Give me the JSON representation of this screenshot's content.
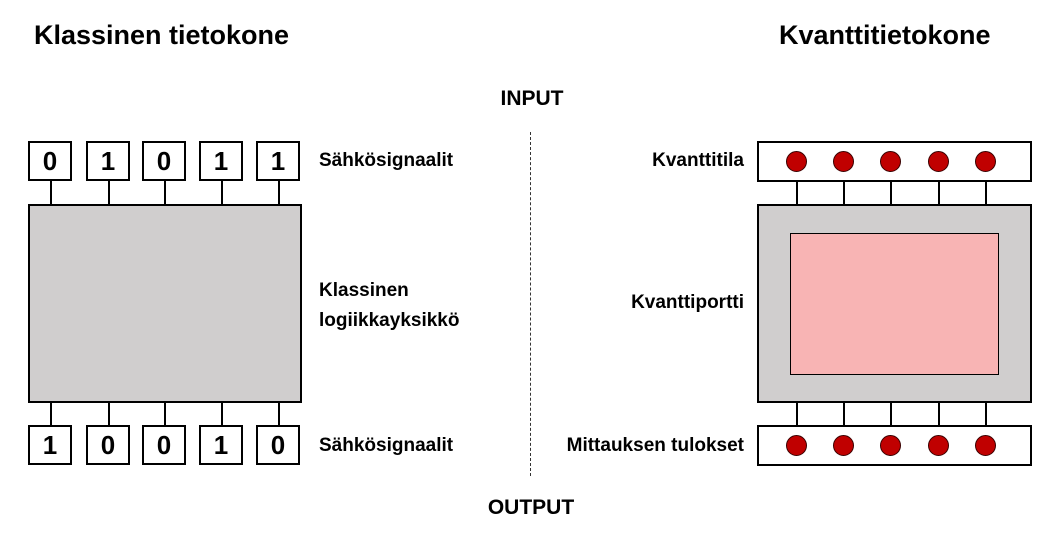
{
  "classical": {
    "title": "Klassinen tietokone",
    "input_bits": [
      "0",
      "1",
      "0",
      "1",
      "1"
    ],
    "output_bits": [
      "1",
      "0",
      "0",
      "1",
      "0"
    ],
    "input_label": "Sähkösignaalit",
    "unit_label_line1": "Klassinen",
    "unit_label_line2": "logiikkayksikkö",
    "output_label": "Sähkösignaalit"
  },
  "quantum": {
    "title": "Kvanttitietokone",
    "input_label": "Kvanttitila",
    "gate_label": "Kvanttiportti",
    "output_label": "Mittauksen tulokset",
    "qubit_count": 5,
    "qubit_color": "#c00000"
  },
  "flow": {
    "input": "INPUT",
    "output": "OUTPUT"
  },
  "colors": {
    "unit_fill": "#d0cece",
    "gate_fill": "#f8b4b4",
    "qubit": "#c00000"
  }
}
